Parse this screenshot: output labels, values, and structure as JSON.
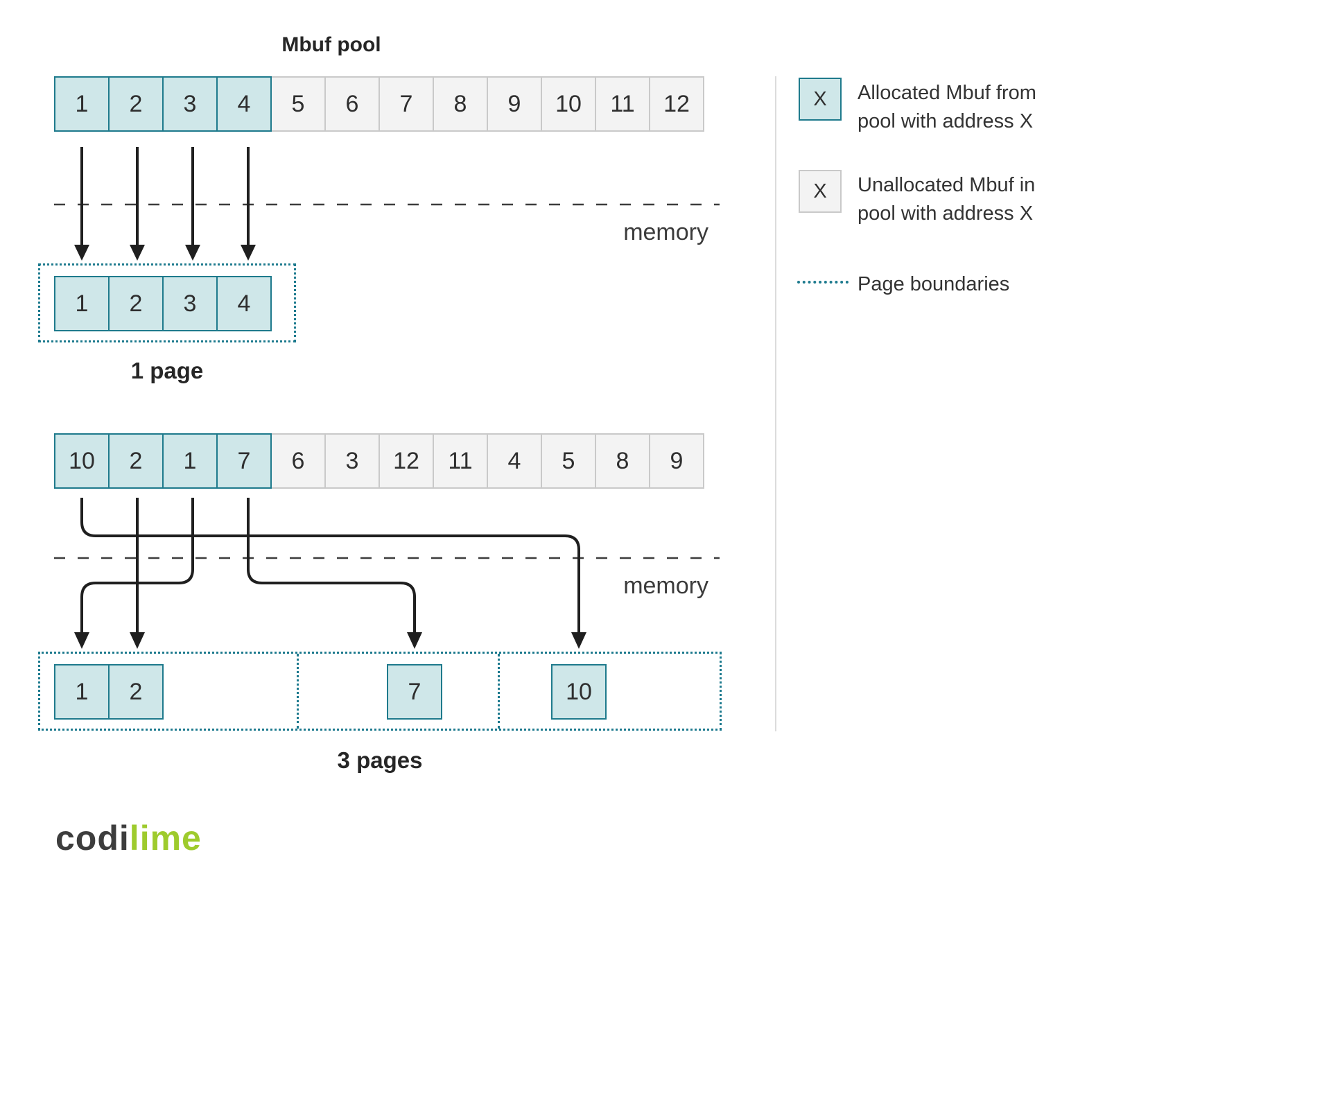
{
  "title": "Mbuf pool",
  "colors": {
    "allocated_fill": "#cfe7e9",
    "allocated_border": "#1e7a8c",
    "unallocated_fill": "#f3f3f3",
    "unallocated_border": "#c9c9c9",
    "page_boundary": "#1d7a8e",
    "arrow": "#1f1f1f",
    "memory_line": "#3c3c3c",
    "text": "#2e2e2e",
    "logo_dark": "#3d3d3d",
    "logo_green": "#9ecb2d"
  },
  "diagram1": {
    "pool_cells": [
      {
        "value": "1",
        "state": "allocated"
      },
      {
        "value": "2",
        "state": "allocated"
      },
      {
        "value": "3",
        "state": "allocated"
      },
      {
        "value": "4",
        "state": "allocated"
      },
      {
        "value": "5",
        "state": "unallocated"
      },
      {
        "value": "6",
        "state": "unallocated"
      },
      {
        "value": "7",
        "state": "unallocated"
      },
      {
        "value": "8",
        "state": "unallocated"
      },
      {
        "value": "9",
        "state": "unallocated"
      },
      {
        "value": "10",
        "state": "unallocated"
      },
      {
        "value": "11",
        "state": "unallocated"
      },
      {
        "value": "12",
        "state": "unallocated"
      }
    ],
    "memory_label": "memory",
    "arrows": [
      {
        "from": "1",
        "to_page": 1
      },
      {
        "from": "2",
        "to_page": 1
      },
      {
        "from": "3",
        "to_page": 1
      },
      {
        "from": "4",
        "to_page": 1
      }
    ],
    "page_cells": [
      {
        "value": "1",
        "state": "allocated"
      },
      {
        "value": "2",
        "state": "allocated"
      },
      {
        "value": "3",
        "state": "allocated"
      },
      {
        "value": "4",
        "state": "allocated"
      }
    ],
    "caption": "1 page"
  },
  "diagram2": {
    "pool_cells": [
      {
        "value": "10",
        "state": "allocated"
      },
      {
        "value": "2",
        "state": "allocated"
      },
      {
        "value": "1",
        "state": "allocated"
      },
      {
        "value": "7",
        "state": "allocated"
      },
      {
        "value": "6",
        "state": "unallocated"
      },
      {
        "value": "3",
        "state": "unallocated"
      },
      {
        "value": "12",
        "state": "unallocated"
      },
      {
        "value": "11",
        "state": "unallocated"
      },
      {
        "value": "4",
        "state": "unallocated"
      },
      {
        "value": "5",
        "state": "unallocated"
      },
      {
        "value": "8",
        "state": "unallocated"
      },
      {
        "value": "9",
        "state": "unallocated"
      }
    ],
    "memory_label": "memory",
    "arrows": [
      {
        "from": "10",
        "to_page": 3
      },
      {
        "from": "2",
        "to_page": 1
      },
      {
        "from": "1",
        "to_page": 1
      },
      {
        "from": "7",
        "to_page": 2
      }
    ],
    "pages": [
      {
        "cells": [
          {
            "value": "1",
            "state": "allocated"
          },
          {
            "value": "2",
            "state": "allocated"
          }
        ]
      },
      {
        "cells": [
          {
            "value": "7",
            "state": "allocated"
          }
        ]
      },
      {
        "cells": [
          {
            "value": "10",
            "state": "allocated"
          }
        ]
      }
    ],
    "caption": "3 pages"
  },
  "legend": {
    "items": [
      {
        "symbol": "X",
        "style": "allocated",
        "label": "Allocated Mbuf from\npool with address X"
      },
      {
        "symbol": "X",
        "style": "unallocated",
        "label": "Unallocated Mbuf in\npool with address X"
      },
      {
        "style": "page-boundary",
        "label": "Page boundaries"
      }
    ]
  },
  "logo": {
    "dark": "codi",
    "green": "lime"
  }
}
